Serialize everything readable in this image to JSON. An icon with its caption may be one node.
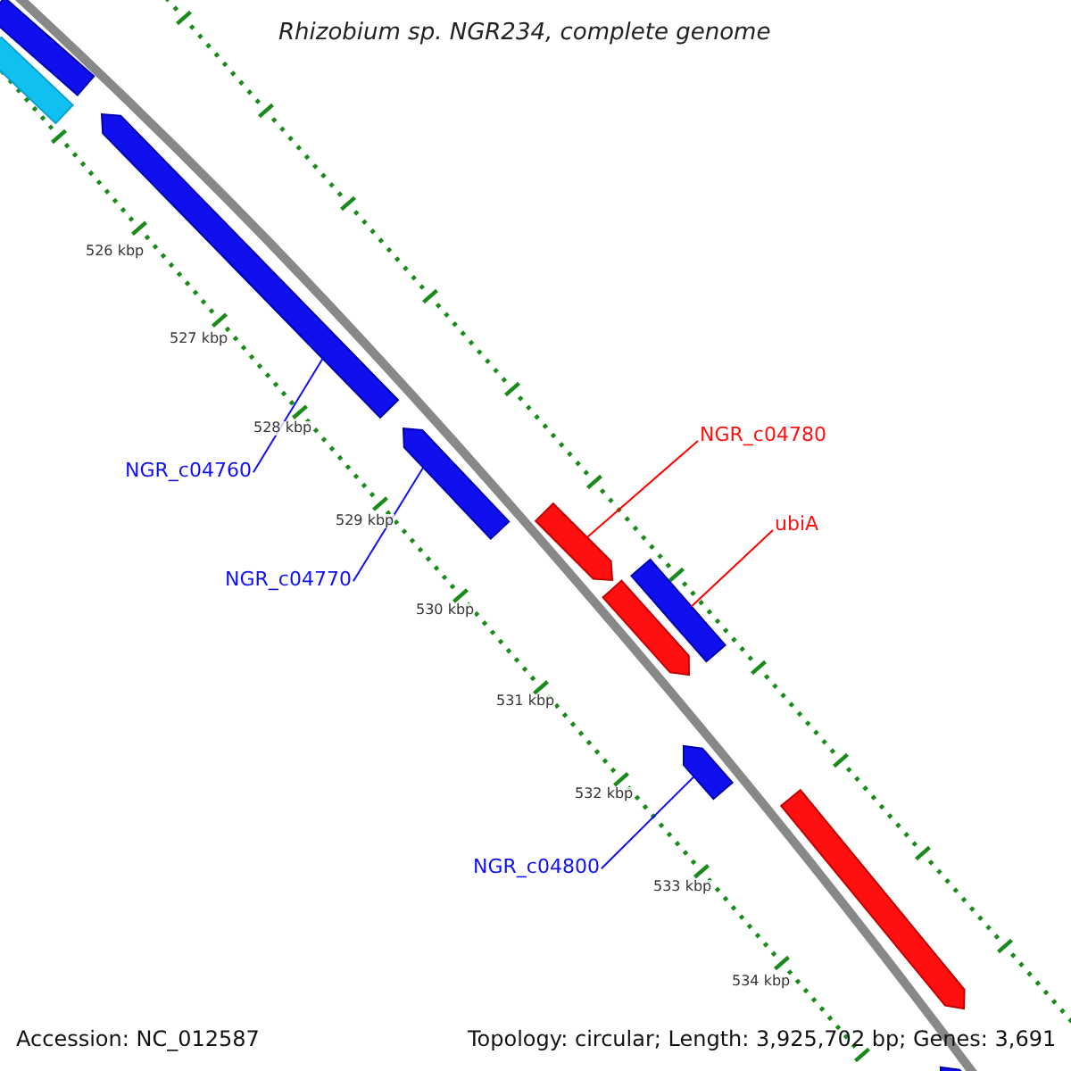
{
  "diagram": {
    "title": "Rhizobium sp. NGR234, complete genome",
    "nodes": [
      {
        "text": [
          "NGR_c04760"
        ]
      },
      {
        "text": [],
        "shape": "bar"
      },
      {
        "text": [
          "NGR_c04770"
        ]
      },
      {
        "text": [],
        "shape": "bar"
      },
      {
        "text": [
          "NGR_c04780"
        ]
      },
      {
        "text": [],
        "shape": "bar"
      },
      {
        "text": [
          "ubiA"
        ]
      },
      {
        "text": [],
        "shape": "bar"
      },
      {
        "text": [
          "NGR_c04800"
        ]
      },
      {
        "text": [],
        "shape": "bar"
      },
      {
        "text": [],
        "shape": "bar"
      },
      {
        "text": [],
        "shape": "bar"
      },
      {
        "text": [],
        "shape": "bar"
      },
      {
        "text": [],
        "shape": "bar"
      },
      {
        "text": [],
        "shape": "bar"
      }
    ],
    "edges": [
      {
        "from": 0,
        "to": 1,
        "arrow": "none"
      },
      {
        "from": 2,
        "to": 3,
        "arrow": "none"
      },
      {
        "from": 4,
        "to": 5,
        "arrow": "none",
        "color": "#ff0000"
      },
      {
        "from": 6,
        "to": 7,
        "arrow": "none",
        "color": "#ff0000"
      },
      {
        "from": 8,
        "to": 9,
        "arrow": "none"
      }
    ],
    "labels": [
      "526 kbp",
      "527 kbp",
      "528 kbp",
      "529 kbp",
      "530 kbp",
      "531 kbp",
      "532 kbp",
      "533 kbp",
      "534 kbp",
      "Accession: NC_012587",
      "Topology: circular; Length: 3,925,702 bp; Genes: 3,691"
    ]
  }
}
